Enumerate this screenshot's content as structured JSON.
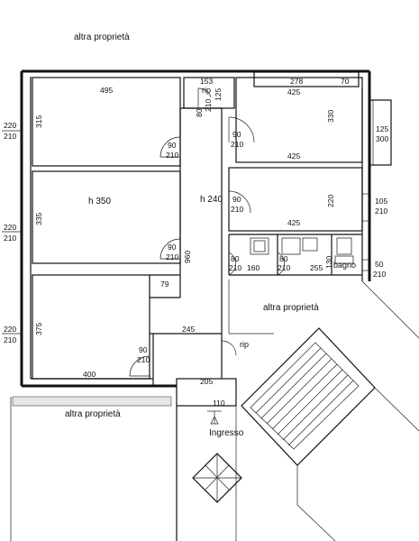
{
  "labels": {
    "neighbor_top": "altra proprietà",
    "neighbor_right": "altra proprietà",
    "neighbor_bottom": "altra proprietà",
    "entrance": "Ingresso",
    "closet_top": "rip",
    "closet_bottom": "rip",
    "bathroom": "bagno",
    "ceiling_living": "h 350",
    "ceiling_corridor": "h 240"
  },
  "dimensions": {
    "room1_width": "495",
    "room1_depth": "315",
    "room1_window_w": "220",
    "room1_window_h": "210",
    "room2_depth": "335",
    "room2_window_w": "220",
    "room2_window_h": "210",
    "room3_depth": "375",
    "room3_width": "400",
    "room3_window_w": "220",
    "room3_window_h": "210",
    "rip_width": "153",
    "rip_door_w": "80",
    "rip_door_h": "210",
    "rip_depth": "125",
    "kitchen_width": "278",
    "kitchen_niche": "70",
    "kitchen_inner_w": "425",
    "kitchen_depth": "330",
    "kitchen_width2": "425",
    "balcony_door_w": "125",
    "balcony_door_h": "300",
    "room_e_depth": "220",
    "room_e_width": "425",
    "room_e_window_w": "105",
    "room_e_window_h": "210",
    "door1_w": "90",
    "door1_h": "210",
    "door2_w": "90",
    "door2_h": "210",
    "door3_w": "90",
    "door3_h": "210",
    "door4_w": "90",
    "door4_h": "210",
    "door5_w": "90",
    "door5_h": "210",
    "corridor_len": "960",
    "bath_door1_w": "80",
    "bath_door1_h": "210",
    "bath_w1": "160",
    "bath_door2_w": "80",
    "bath_door2_h": "210",
    "bath_w2": "255",
    "bath_w3": "130",
    "bath_window_w": "50",
    "bath_window_h": "210",
    "step_79": "79",
    "hall_width": "245",
    "hall_width2": "205",
    "entry_width": "110"
  }
}
